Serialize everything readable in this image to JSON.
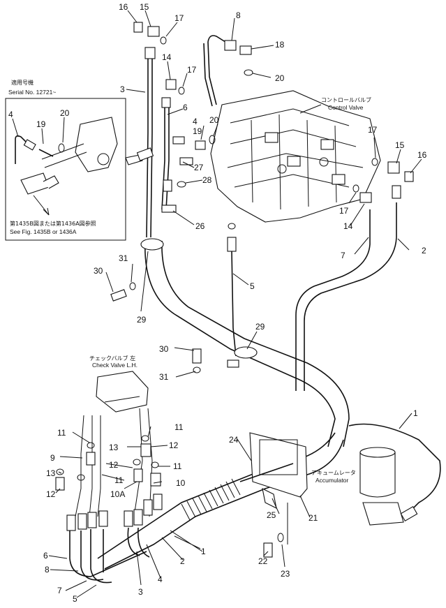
{
  "inset": {
    "serial_jp": "適用号機",
    "serial_en": "Serial No. 12721~",
    "ref_jp": "第1435B図または第1436A図参照",
    "ref_en": "See Fig. 1435B or 1436A"
  },
  "control_valve": {
    "jp": "コントロールバルブ",
    "en": "Control Valve"
  },
  "check_valve": {
    "jp": "チェックバルブ 左",
    "en": "Check Valve L.H."
  },
  "accumulator": {
    "jp": "アキュームレータ",
    "en": "Accumulator"
  },
  "callouts": {
    "c16a": "16",
    "c15a": "15",
    "c17a": "17",
    "c8": "8",
    "c18": "18",
    "c20a": "20",
    "c14a": "14",
    "c17b": "17",
    "c3a": "3",
    "c6a": "6",
    "c4i": "4",
    "c19i": "19",
    "c20i": "20",
    "c4b": "4",
    "c19b": "19",
    "c20b": "20",
    "c27": "27",
    "c28": "28",
    "c26": "26",
    "c17c": "17",
    "c15b": "15",
    "c16b": "16",
    "c17d": "17",
    "c14b": "14",
    "c7a": "7",
    "c2a": "2",
    "c30a": "30",
    "c31a": "31",
    "c29a": "29",
    "c5a": "5",
    "c29b": "29",
    "c30b": "30",
    "c31b": "31",
    "c11a": "11",
    "c11b": "11",
    "c9": "9",
    "c12a": "12",
    "c13a": "13",
    "c13b": "13",
    "c12b": "12",
    "c11c": "11",
    "c12c": "12",
    "c11d": "11",
    "c10A": "10A",
    "c10": "10",
    "c24": "24",
    "c1": "1",
    "c25": "25",
    "c21": "21",
    "c6b": "6",
    "c8b": "8",
    "c7b": "7",
    "c5b": "5",
    "c3b": "3",
    "c4c": "4",
    "c2b": "2",
    "c1b": "1",
    "c22": "22",
    "c23": "23"
  }
}
